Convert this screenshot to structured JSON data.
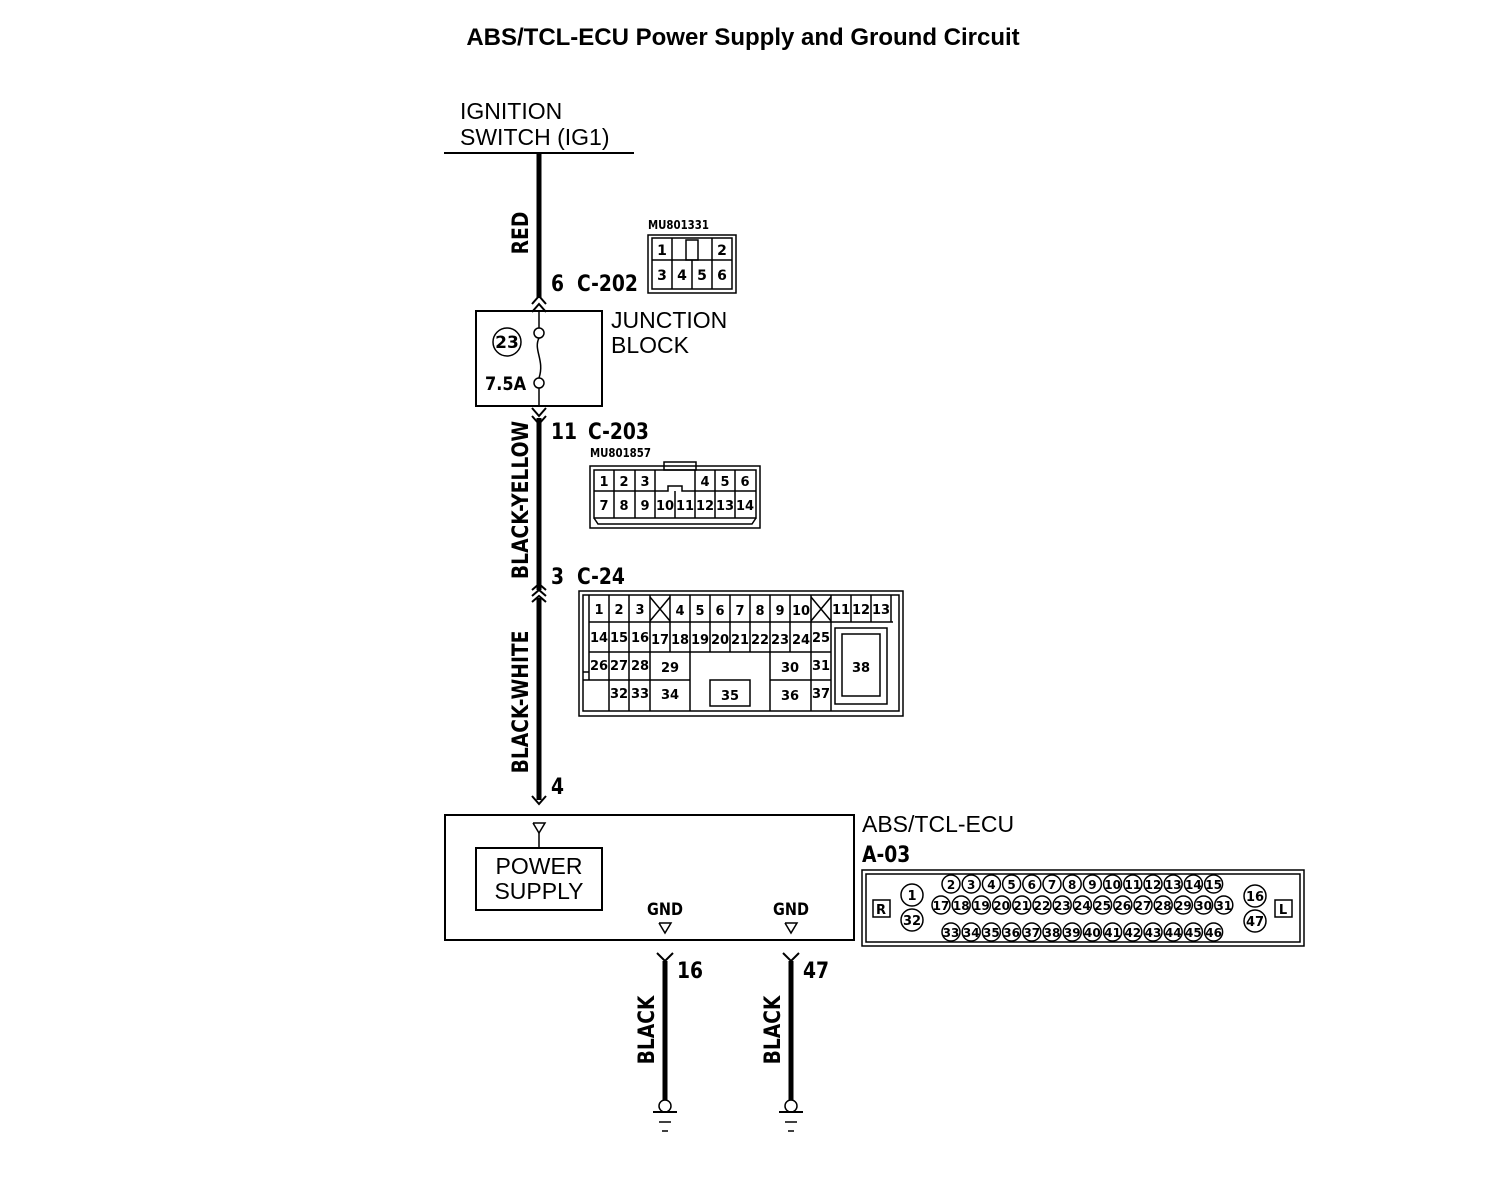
{
  "title": "ABS/TCL-ECU Power Supply and Ground Circuit",
  "ignition": {
    "line1": "IGNITION",
    "line2": "SWITCH (IG1)"
  },
  "wires": {
    "red": "RED",
    "black_yellow": "BLACK-YELLOW",
    "black_white": "BLACK-WHITE",
    "black1": "BLACK",
    "black2": "BLACK"
  },
  "c202": {
    "pin": "6",
    "id": "C-202",
    "part": "MU801331",
    "pins": [
      "1",
      "2",
      "3",
      "4",
      "5",
      "6"
    ]
  },
  "junction_block": {
    "line1": "JUNCTION",
    "line2": "BLOCK",
    "fuse_no": "23",
    "fuse_rating": "7.5A"
  },
  "c203": {
    "pin": "11",
    "id": "C-203",
    "part": "MU801857",
    "pins": [
      "1",
      "2",
      "3",
      "4",
      "5",
      "6",
      "7",
      "8",
      "9",
      "10",
      "11",
      "12",
      "13",
      "14"
    ]
  },
  "c24": {
    "pin": "3",
    "id": "C-24",
    "pins": [
      "1",
      "2",
      "3",
      "4",
      "5",
      "6",
      "7",
      "8",
      "9",
      "10",
      "11",
      "12",
      "13",
      "14",
      "15",
      "16",
      "17",
      "18",
      "19",
      "20",
      "21",
      "22",
      "23",
      "24",
      "25",
      "26",
      "27",
      "28",
      "29",
      "30",
      "31",
      "32",
      "33",
      "34",
      "35",
      "36",
      "37",
      "38"
    ]
  },
  "ecu": {
    "input_pin": "4",
    "name": "ABS/TCL-ECU",
    "connector": "A-03",
    "power_line1": "POWER",
    "power_line2": "SUPPLY",
    "gnd1": "GND",
    "gnd2": "GND",
    "gnd_pin1": "16",
    "gnd_pin2": "47",
    "side_r": "R",
    "side_l": "L",
    "pins": [
      "1",
      "2",
      "3",
      "4",
      "5",
      "6",
      "7",
      "8",
      "9",
      "10",
      "11",
      "12",
      "13",
      "14",
      "15",
      "16",
      "17",
      "18",
      "19",
      "20",
      "21",
      "22",
      "23",
      "24",
      "25",
      "26",
      "27",
      "28",
      "29",
      "30",
      "31",
      "32",
      "33",
      "34",
      "35",
      "36",
      "37",
      "38",
      "39",
      "40",
      "41",
      "42",
      "43",
      "44",
      "45",
      "46",
      "47"
    ]
  }
}
